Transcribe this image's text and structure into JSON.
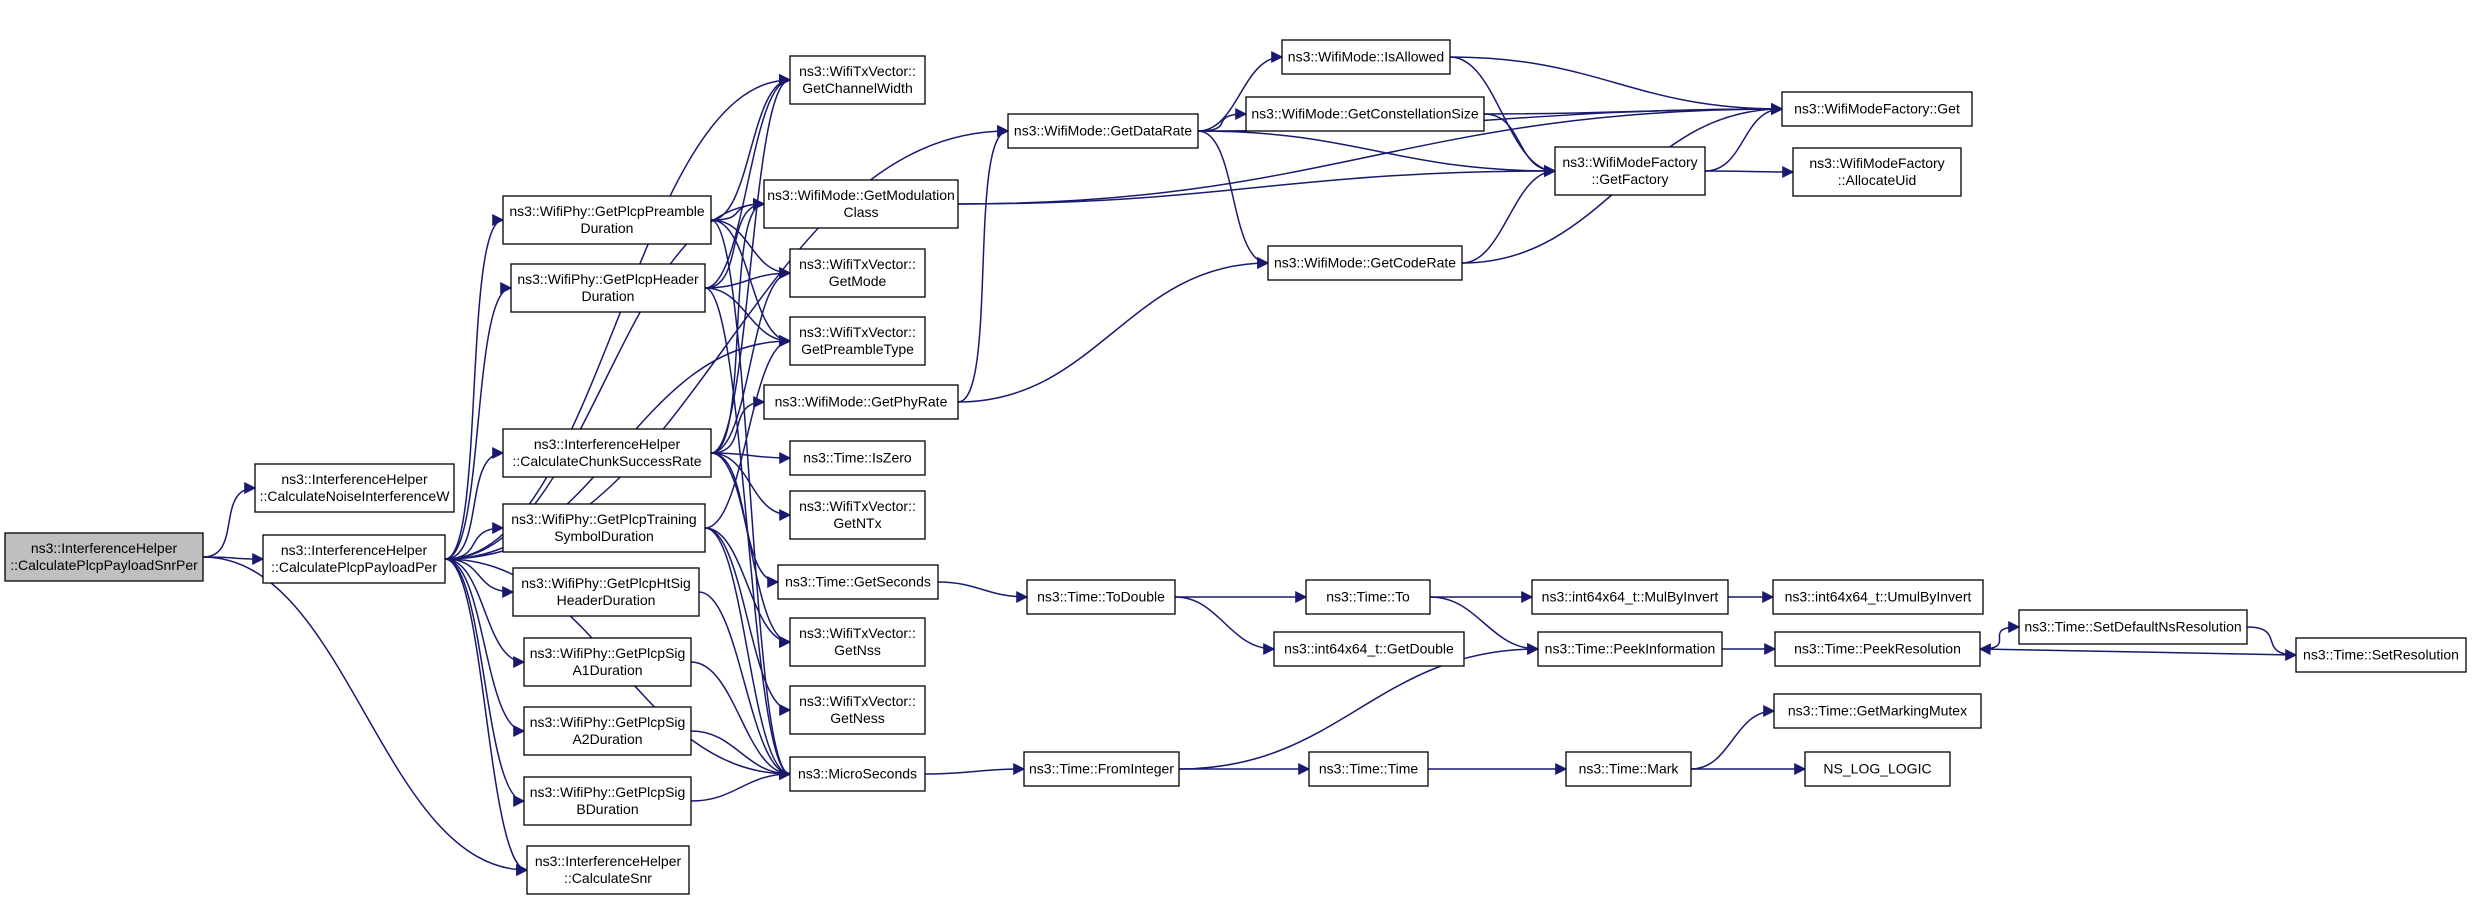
{
  "graph": {
    "type": "call-graph",
    "nodes": [
      {
        "id": "calcPlcpPayloadSnrPer",
        "lines": [
          "ns3::InterferenceHelper",
          "::CalculatePlcpPayloadSnrPer"
        ],
        "highlight": true
      },
      {
        "id": "calcNoiseInterferenceW",
        "lines": [
          "ns3::InterferenceHelper",
          "::CalculateNoiseInterferenceW"
        ]
      },
      {
        "id": "calcPlcpPayloadPer",
        "lines": [
          "ns3::InterferenceHelper",
          "::CalculatePlcpPayloadPer"
        ]
      },
      {
        "id": "getPlcpPreambleDuration",
        "lines": [
          "ns3::WifiPhy::GetPlcpPreamble",
          "Duration"
        ]
      },
      {
        "id": "getPlcpHeaderDuration",
        "lines": [
          "ns3::WifiPhy::GetPlcpHeader",
          "Duration"
        ]
      },
      {
        "id": "calcChunkSuccessRate",
        "lines": [
          "ns3::InterferenceHelper",
          "::CalculateChunkSuccessRate"
        ]
      },
      {
        "id": "getPlcpTrainingSymbolDuration",
        "lines": [
          "ns3::WifiPhy::GetPlcpTraining",
          "SymbolDuration"
        ]
      },
      {
        "id": "getPlcpHtSigHeaderDuration",
        "lines": [
          "ns3::WifiPhy::GetPlcpHtSig",
          "HeaderDuration"
        ]
      },
      {
        "id": "getPlcpSigA1Duration",
        "lines": [
          "ns3::WifiPhy::GetPlcpSig",
          "A1Duration"
        ]
      },
      {
        "id": "getPlcpSigA2Duration",
        "lines": [
          "ns3::WifiPhy::GetPlcpSig",
          "A2Duration"
        ]
      },
      {
        "id": "getPlcpSigBDuration",
        "lines": [
          "ns3::WifiPhy::GetPlcpSig",
          "BDuration"
        ]
      },
      {
        "id": "calcSnr",
        "lines": [
          "ns3::InterferenceHelper",
          "::CalculateSnr"
        ]
      },
      {
        "id": "txGetChannelWidth",
        "lines": [
          "ns3::WifiTxVector::",
          "GetChannelWidth"
        ]
      },
      {
        "id": "modeGetModulationClass",
        "lines": [
          "ns3::WifiMode::GetModulation",
          "Class"
        ]
      },
      {
        "id": "txGetMode",
        "lines": [
          "ns3::WifiTxVector::",
          "GetMode"
        ]
      },
      {
        "id": "txGetPreambleType",
        "lines": [
          "ns3::WifiTxVector::",
          "GetPreambleType"
        ]
      },
      {
        "id": "modeGetPhyRate",
        "lines": [
          "ns3::WifiMode::GetPhyRate"
        ]
      },
      {
        "id": "timeIsZero",
        "lines": [
          "ns3::Time::IsZero"
        ]
      },
      {
        "id": "txGetNTx",
        "lines": [
          "ns3::WifiTxVector::",
          "GetNTx"
        ]
      },
      {
        "id": "timeGetSeconds",
        "lines": [
          "ns3::Time::GetSeconds"
        ]
      },
      {
        "id": "txGetNss",
        "lines": [
          "ns3::WifiTxVector::",
          "GetNss"
        ]
      },
      {
        "id": "txGetNess",
        "lines": [
          "ns3::WifiTxVector::",
          "GetNess"
        ]
      },
      {
        "id": "microSeconds",
        "lines": [
          "ns3::MicroSeconds"
        ]
      },
      {
        "id": "modeGetDataRate",
        "lines": [
          "ns3::WifiMode::GetDataRate"
        ]
      },
      {
        "id": "timeToDouble",
        "lines": [
          "ns3::Time::ToDouble"
        ]
      },
      {
        "id": "timeFromInteger",
        "lines": [
          "ns3::Time::FromInteger"
        ]
      },
      {
        "id": "modeIsAllowed",
        "lines": [
          "ns3::WifiMode::IsAllowed"
        ]
      },
      {
        "id": "modeGetConstellationSize",
        "lines": [
          "ns3::WifiMode::GetConstellationSize"
        ]
      },
      {
        "id": "modeGetCodeRate",
        "lines": [
          "ns3::WifiMode::GetCodeRate"
        ]
      },
      {
        "id": "timeTo",
        "lines": [
          "ns3::Time::To"
        ]
      },
      {
        "id": "int64GetDouble",
        "lines": [
          "ns3::int64x64_t::GetDouble"
        ]
      },
      {
        "id": "timeTime",
        "lines": [
          "ns3::Time::Time"
        ]
      },
      {
        "id": "factoryGetFactory",
        "lines": [
          "ns3::WifiModeFactory",
          "::GetFactory"
        ]
      },
      {
        "id": "int64MulByInvert",
        "lines": [
          "ns3::int64x64_t::MulByInvert"
        ]
      },
      {
        "id": "timePeekInformation",
        "lines": [
          "ns3::Time::PeekInformation"
        ]
      },
      {
        "id": "timeMark",
        "lines": [
          "ns3::Time::Mark"
        ]
      },
      {
        "id": "factoryGet",
        "lines": [
          "ns3::WifiModeFactory::Get"
        ]
      },
      {
        "id": "factoryAllocateUid",
        "lines": [
          "ns3::WifiModeFactory",
          "::AllocateUid"
        ]
      },
      {
        "id": "int64UmulByInvert",
        "lines": [
          "ns3::int64x64_t::UmulByInvert"
        ]
      },
      {
        "id": "timePeekResolution",
        "lines": [
          "ns3::Time::PeekResolution"
        ]
      },
      {
        "id": "timeGetMarkingMutex",
        "lines": [
          "ns3::Time::GetMarkingMutex"
        ]
      },
      {
        "id": "nsLogLogic",
        "lines": [
          "NS_LOG_LOGIC"
        ]
      },
      {
        "id": "timeSetDefaultNsResolution",
        "lines": [
          "ns3::Time::SetDefaultNsResolution"
        ]
      },
      {
        "id": "timeSetResolution",
        "lines": [
          "ns3::Time::SetResolution"
        ]
      }
    ],
    "edges": [
      [
        "calcPlcpPayloadSnrPer",
        "calcNoiseInterferenceW"
      ],
      [
        "calcPlcpPayloadSnrPer",
        "calcPlcpPayloadPer"
      ],
      [
        "calcPlcpPayloadSnrPer",
        "calcSnr"
      ],
      [
        "calcPlcpPayloadPer",
        "getPlcpPreambleDuration"
      ],
      [
        "calcPlcpPayloadPer",
        "getPlcpHeaderDuration"
      ],
      [
        "calcPlcpPayloadPer",
        "calcChunkSuccessRate"
      ],
      [
        "calcPlcpPayloadPer",
        "getPlcpTrainingSymbolDuration"
      ],
      [
        "calcPlcpPayloadPer",
        "getPlcpHtSigHeaderDuration"
      ],
      [
        "calcPlcpPayloadPer",
        "getPlcpSigA1Duration"
      ],
      [
        "calcPlcpPayloadPer",
        "getPlcpSigA2Duration"
      ],
      [
        "calcPlcpPayloadPer",
        "getPlcpSigBDuration"
      ],
      [
        "calcPlcpPayloadPer",
        "calcSnr"
      ],
      [
        "calcPlcpPayloadPer",
        "txGetChannelWidth"
      ],
      [
        "calcPlcpPayloadPer",
        "modeGetModulationClass"
      ],
      [
        "calcPlcpPayloadPer",
        "txGetPreambleType"
      ],
      [
        "calcPlcpPayloadPer",
        "microSeconds"
      ],
      [
        "calcPlcpPayloadPer",
        "modeGetDataRate"
      ],
      [
        "getPlcpPreambleDuration",
        "txGetChannelWidth"
      ],
      [
        "getPlcpPreambleDuration",
        "modeGetModulationClass"
      ],
      [
        "getPlcpPreambleDuration",
        "txGetMode"
      ],
      [
        "getPlcpPreambleDuration",
        "txGetPreambleType"
      ],
      [
        "getPlcpPreambleDuration",
        "microSeconds"
      ],
      [
        "getPlcpHeaderDuration",
        "txGetChannelWidth"
      ],
      [
        "getPlcpHeaderDuration",
        "modeGetModulationClass"
      ],
      [
        "getPlcpHeaderDuration",
        "txGetMode"
      ],
      [
        "getPlcpHeaderDuration",
        "txGetPreambleType"
      ],
      [
        "getPlcpHeaderDuration",
        "microSeconds"
      ],
      [
        "calcChunkSuccessRate",
        "modeGetPhyRate"
      ],
      [
        "calcChunkSuccessRate",
        "timeIsZero"
      ],
      [
        "calcChunkSuccessRate",
        "txGetNTx"
      ],
      [
        "calcChunkSuccessRate",
        "timeGetSeconds"
      ],
      [
        "calcChunkSuccessRate",
        "txGetNss"
      ],
      [
        "calcChunkSuccessRate",
        "txGetMode"
      ],
      [
        "calcChunkSuccessRate",
        "modeGetModulationClass"
      ],
      [
        "calcChunkSuccessRate",
        "txGetChannelWidth"
      ],
      [
        "getPlcpTrainingSymbolDuration",
        "txGetPreambleType"
      ],
      [
        "getPlcpTrainingSymbolDuration",
        "txGetNss"
      ],
      [
        "getPlcpTrainingSymbolDuration",
        "txGetNess"
      ],
      [
        "getPlcpTrainingSymbolDuration",
        "microSeconds"
      ],
      [
        "getPlcpHtSigHeaderDuration",
        "microSeconds"
      ],
      [
        "getPlcpSigA1Duration",
        "microSeconds"
      ],
      [
        "getPlcpSigA2Duration",
        "microSeconds"
      ],
      [
        "getPlcpSigBDuration",
        "microSeconds"
      ],
      [
        "modeGetPhyRate",
        "modeGetDataRate"
      ],
      [
        "modeGetPhyRate",
        "modeGetCodeRate"
      ],
      [
        "timeGetSeconds",
        "timeToDouble"
      ],
      [
        "microSeconds",
        "timeFromInteger"
      ],
      [
        "modeGetModulationClass",
        "factoryGetFactory"
      ],
      [
        "modeGetModulationClass",
        "factoryGet"
      ],
      [
        "modeGetDataRate",
        "modeIsAllowed"
      ],
      [
        "modeGetDataRate",
        "modeGetConstellationSize"
      ],
      [
        "modeGetDataRate",
        "modeGetCodeRate"
      ],
      [
        "modeGetDataRate",
        "factoryGetFactory"
      ],
      [
        "modeGetDataRate",
        "factoryGet"
      ],
      [
        "modeIsAllowed",
        "factoryGetFactory"
      ],
      [
        "modeIsAllowed",
        "factoryGet"
      ],
      [
        "modeGetConstellationSize",
        "factoryGetFactory"
      ],
      [
        "modeGetConstellationSize",
        "factoryGet"
      ],
      [
        "modeGetCodeRate",
        "factoryGetFactory"
      ],
      [
        "modeGetCodeRate",
        "factoryGet"
      ],
      [
        "factoryGetFactory",
        "factoryGet"
      ],
      [
        "factoryGetFactory",
        "factoryAllocateUid"
      ],
      [
        "timeToDouble",
        "timeTo"
      ],
      [
        "timeToDouble",
        "int64GetDouble"
      ],
      [
        "timeTo",
        "int64MulByInvert"
      ],
      [
        "timeTo",
        "timePeekInformation"
      ],
      [
        "int64MulByInvert",
        "int64UmulByInvert"
      ],
      [
        "timeFromInteger",
        "timeTime"
      ],
      [
        "timeFromInteger",
        "timePeekInformation"
      ],
      [
        "timeTime",
        "timeMark"
      ],
      [
        "timeMark",
        "timeGetMarkingMutex"
      ],
      [
        "timeMark",
        "nsLogLogic"
      ],
      [
        "timePeekInformation",
        "timePeekResolution"
      ],
      [
        "timePeekResolution",
        "timeSetDefaultNsResolution"
      ],
      [
        "timeSetDefaultNsResolution",
        "timeSetResolution"
      ],
      [
        "timeSetResolution",
        "timePeekResolution"
      ]
    ]
  }
}
